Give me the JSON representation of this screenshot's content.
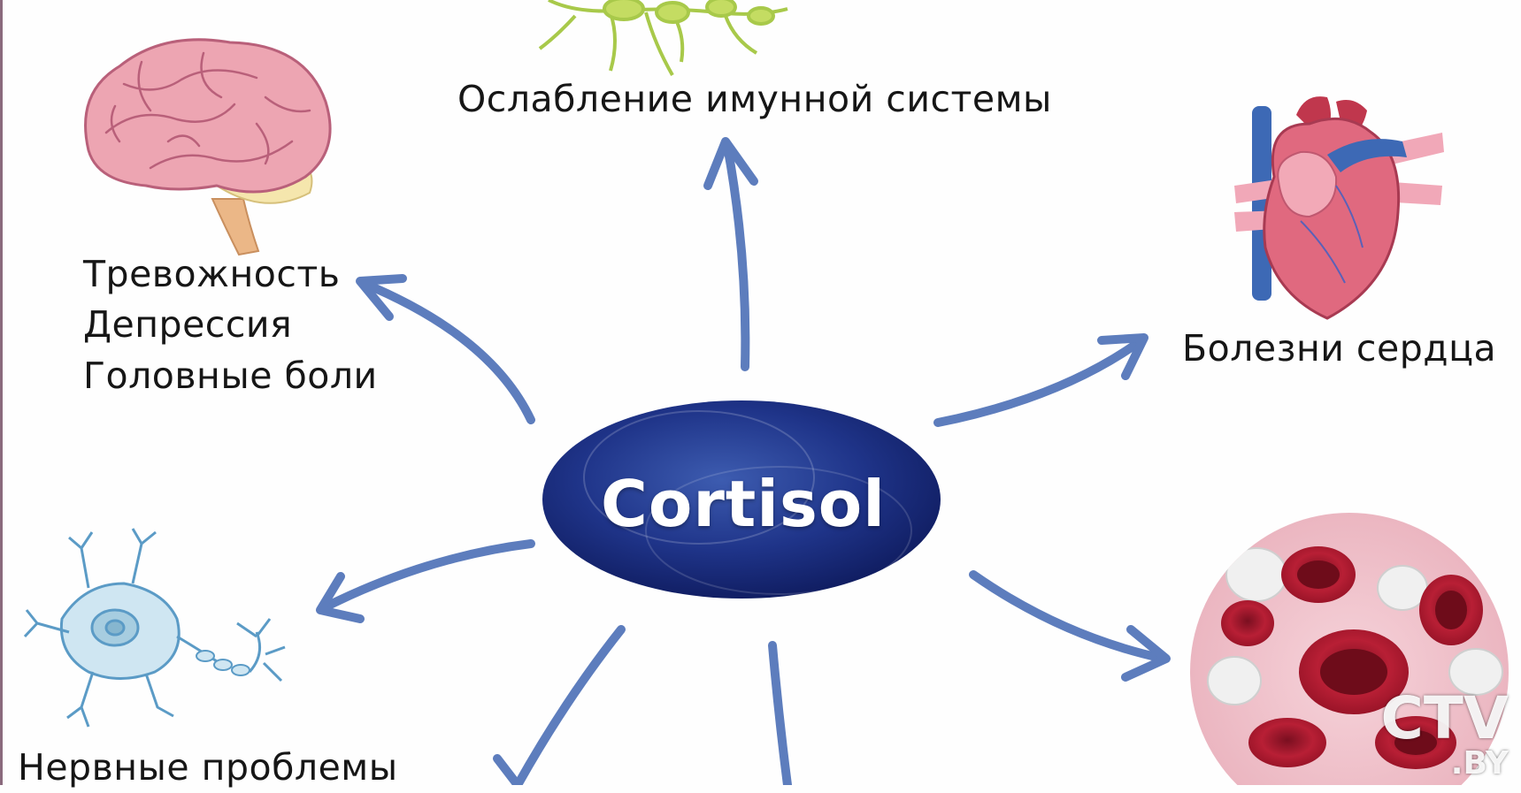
{
  "center": {
    "label": "Cortisol"
  },
  "effects": {
    "immune": "Ослабление имунной системы",
    "mental": [
      "Тревожность",
      "Депрессия",
      "Головные боли"
    ],
    "heart": "Болезни сердца",
    "nervous": "Нервные проблемы"
  },
  "icons": [
    "immune-cell-icon",
    "brain-icon",
    "heart-icon",
    "neuron-icon",
    "blood-cells-icon"
  ],
  "watermark": {
    "main": "CTV",
    "sub": ".BY"
  },
  "colors": {
    "arrow": "#5d7dbd",
    "ellipse": "#1c2d7e",
    "background": "#fefefe"
  }
}
